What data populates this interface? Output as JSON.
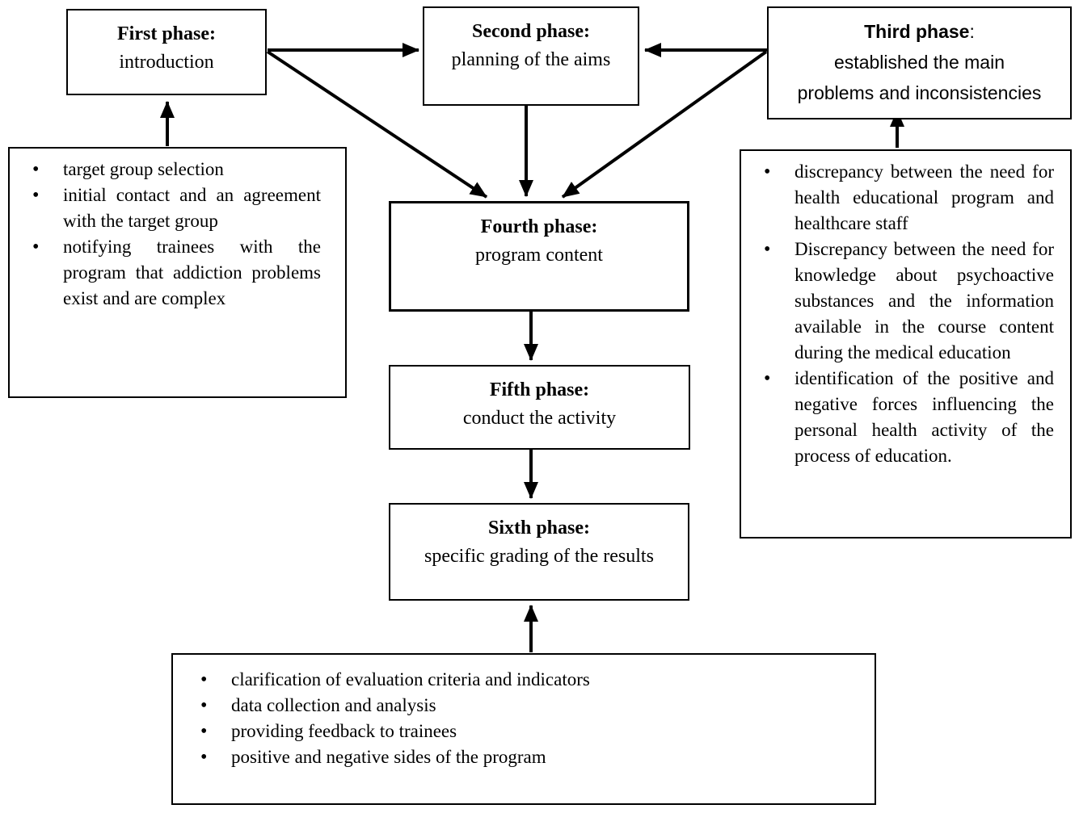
{
  "colors": {
    "ink": "#000000",
    "background": "#ffffff"
  },
  "phases": {
    "first": {
      "title": "First phase:",
      "subtitle": "introduction"
    },
    "second": {
      "title": "Second phase:",
      "subtitle": "planning of the aims"
    },
    "third": {
      "title_bold": "Third phase",
      "title_colon": ":",
      "lines": [
        "established the main",
        "problems and inconsistencies"
      ]
    },
    "fourth": {
      "title": "Fourth phase:",
      "subtitle": "program content"
    },
    "fifth": {
      "title": "Fifth phase:",
      "subtitle": "conduct the activity"
    },
    "sixth": {
      "title": "Sixth phase:",
      "subtitle": "specific grading of the results"
    }
  },
  "left_notes": {
    "items": [
      "target group selection",
      "initial contact and an agreement with the target group",
      "notifying trainees with the program that addiction problems exist and are complex"
    ]
  },
  "right_notes": {
    "items": [
      "discrepancy between the need for health educational program and healthcare staff",
      "Discrepancy between the need for knowledge about psychoactive substances and the information available in the course content during the medical education",
      "identification of the positive and negative forces influencing the personal health activity of the process of education."
    ]
  },
  "bottom_notes": {
    "items": [
      "clarification of evaluation criteria and indicators",
      "data collection and analysis",
      "providing feedback to trainees",
      "positive and negative sides of the program"
    ]
  }
}
